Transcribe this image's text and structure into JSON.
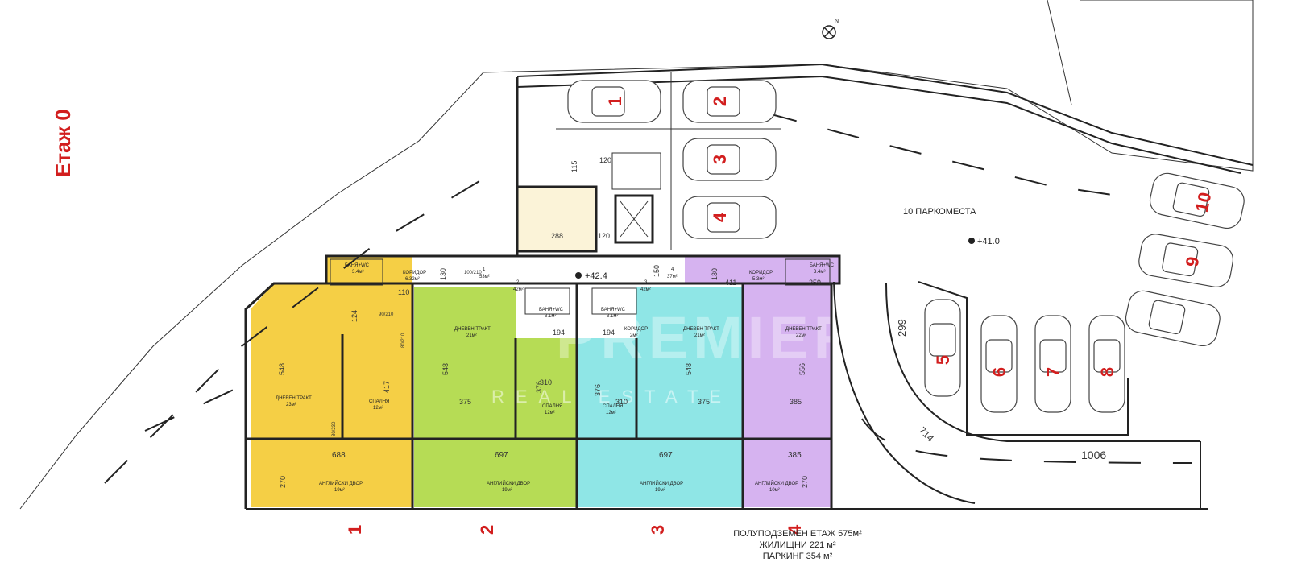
{
  "plan": {
    "floor_label": "Етаж 0",
    "north_label": "N",
    "parking_label": "10 ПАРКОМЕСТА",
    "level_entrance": "+42.4",
    "level_parking": "+41.0",
    "watermark": "PREMIER",
    "watermark_sub": "REAL ESTATE",
    "colors": {
      "apt1": "#f5cf45",
      "apt2": "#b6dc55",
      "apt3": "#8fe6e6",
      "apt4": "#d6b3f0",
      "accent": "#d21e1e"
    }
  },
  "summary": {
    "line1": "ПОЛУПОДЗЕМЕН ЕТАЖ  575м²",
    "line2": "ЖИЛИЩНИ 221 м²",
    "line3": "ПАРКИНГ  354 м²"
  },
  "apartment_numbers": [
    "1",
    "2",
    "3",
    "4"
  ],
  "parking_spots": [
    "1",
    "2",
    "3",
    "4",
    "5",
    "6",
    "7",
    "8",
    "9",
    "10"
  ],
  "rooms": {
    "bath1": "БАНЯ+WC",
    "bath1_area": "3.4м²",
    "corridor1": "КОРИДОР",
    "corridor1_area": "6.32м²",
    "living1": "ДНЕВЕН ТРАКТ",
    "living1_area": "23м²",
    "bedroom1": "СПАЛНЯ",
    "bedroom1_area": "12м²",
    "yard1": "АНГЛИЙСКИ ДВОР",
    "yard1_area": "19м²",
    "living2": "ДНЕВЕН ТРАКТ",
    "living2_area": "21м²",
    "bath2": "БАНЯ+WC",
    "bath2_area": "3.1м²",
    "bedroom2": "СПАЛНЯ",
    "bedroom2_area": "12м²",
    "yard2": "АНГЛИЙСКИ ДВОР",
    "yard2_area": "19м²",
    "bath3": "БАНЯ+WC",
    "bath3_area": "3.1м²",
    "corridor3": "КОРИДОР",
    "corridor3_area": "2м²",
    "bedroom3": "СПАЛНЯ",
    "bedroom3_area": "12м²",
    "living3": "ДНЕВЕН ТРАКТ",
    "living3_area": "21м²",
    "yard3": "АНГЛИЙСКИ ДВОР",
    "yard3_area": "19м²",
    "corridor4": "КОРИДОР",
    "corridor4_area": "5.3м²",
    "bath4": "БАНЯ+WC",
    "bath4_area": "3.4м²",
    "living4": "ДНЕВЕН ТРАКТ",
    "living4_area": "22м²",
    "yard4": "АНГЛИЙСКИ ДВОР",
    "yard4_area": "10м²",
    "apt1_total": "53м²",
    "apt2_total": "42м²",
    "apt3_total": "42м²",
    "apt4_total": "37м²",
    "apt1_no": "1",
    "apt2_no": "2",
    "apt3_no": "3",
    "apt4_no": "4"
  },
  "dimensions": {
    "d120a": "120",
    "d115": "115",
    "d120b": "120",
    "d288": "288",
    "d150": "150",
    "d110": "110",
    "d130a": "130",
    "d130b": "130",
    "d411": "411",
    "d259": "259",
    "d124": "124",
    "d548a": "548",
    "d417": "417",
    "d548b": "548",
    "d375a": "375",
    "d310a": "310",
    "d376a": "376",
    "d194a": "194",
    "d194b": "194",
    "d376b": "376",
    "d310b": "310",
    "d548c": "548",
    "d375b": "375",
    "d556": "556",
    "d385a": "385",
    "d688": "688",
    "d697a": "697",
    "d697b": "697",
    "d385b": "385",
    "d270a": "270",
    "d270b": "270",
    "d299": "299",
    "d714": "714",
    "d1006": "1006",
    "door_90_210": "90/210",
    "door_80_210": "80/210",
    "door_100_210": "100/210",
    "door_80_230": "80/230"
  }
}
